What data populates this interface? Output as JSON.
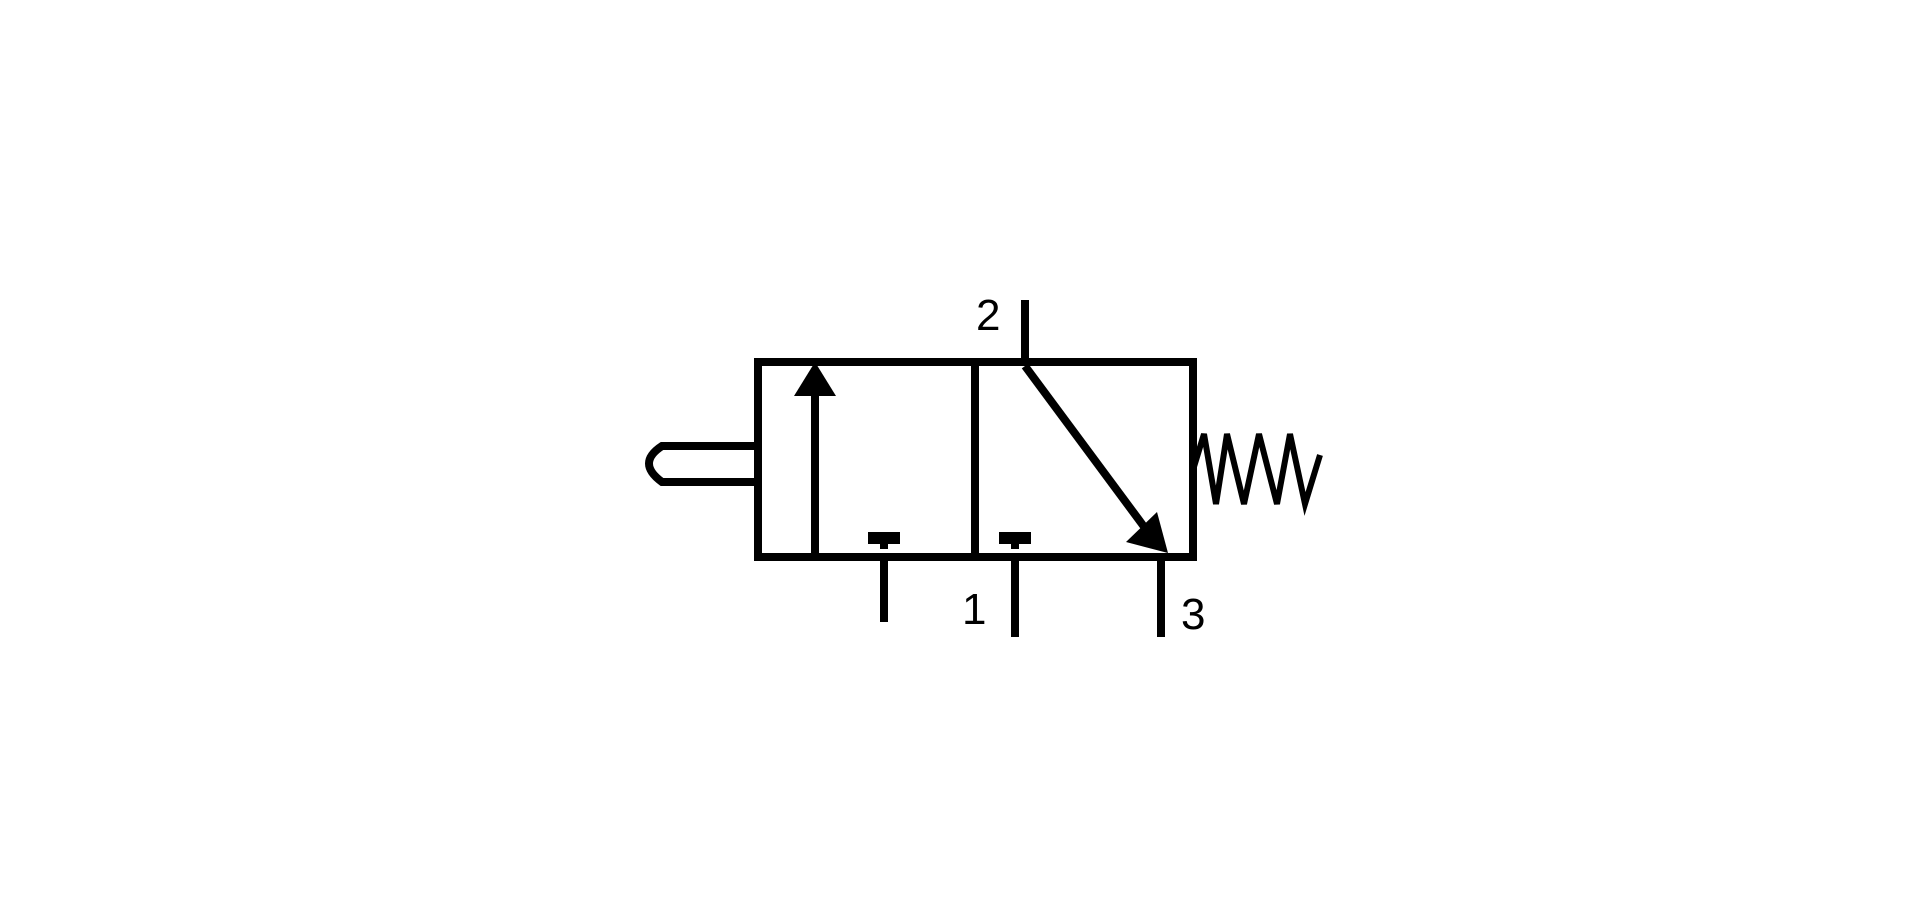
{
  "diagram": {
    "type": "pneumatic-3-2-way-valve-symbol",
    "actuator": "push-button",
    "return": "spring",
    "positions": 2,
    "colors": {
      "stroke": "#000000",
      "background": "#ffffff"
    },
    "ports": {
      "port_1": "1",
      "port_2": "2",
      "port_3": "3"
    }
  }
}
